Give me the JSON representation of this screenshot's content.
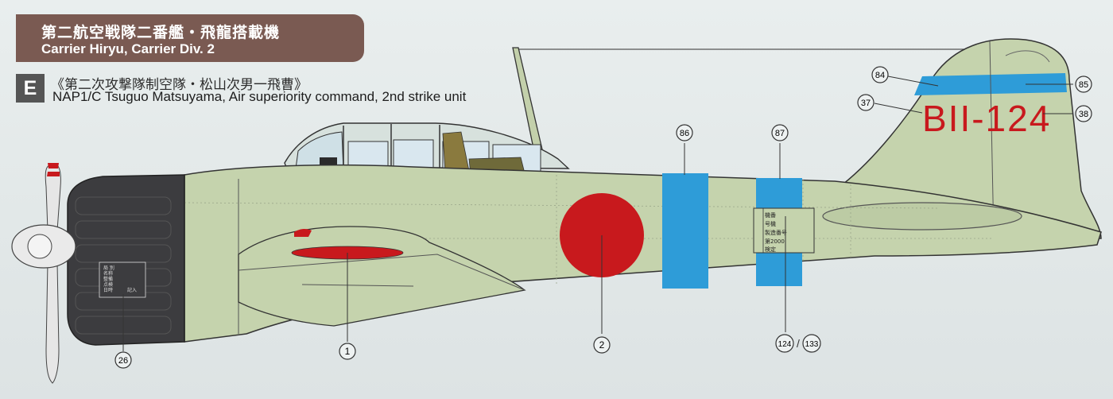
{
  "header": {
    "title_jp": "第二航空戦隊二番艦・飛龍搭載機",
    "title_en": "Carrier Hiryu, Carrier Div. 2"
  },
  "profile": {
    "letter": "E",
    "title_jp": "《第二次攻撃隊制空隊・松山次男一飛曹》",
    "title_en": "NAP1/C Tsuguo Matsuyama, Air superiority command, 2nd strike unit"
  },
  "aircraft": {
    "tail_code": "BII-124",
    "colors": {
      "body": "#c5d3ad",
      "cowling": "#3c3c3f",
      "hinomaru": "#c8191d",
      "fuselage_band": "#2e9cd8",
      "tail_code": "#c8191d"
    },
    "callouts": [
      "84",
      "85",
      "37",
      "38",
      "86",
      "87",
      "1",
      "2",
      "124",
      "133",
      "26"
    ],
    "callout_separator": "/"
  },
  "stencil_cowling": [
    "局 別",
    "名称",
    "整備",
    "点検",
    "日時",
    "記入"
  ],
  "stencil_fuselage": [
    "機番",
    "号機",
    "製造番号",
    "第2000",
    "検定"
  ]
}
